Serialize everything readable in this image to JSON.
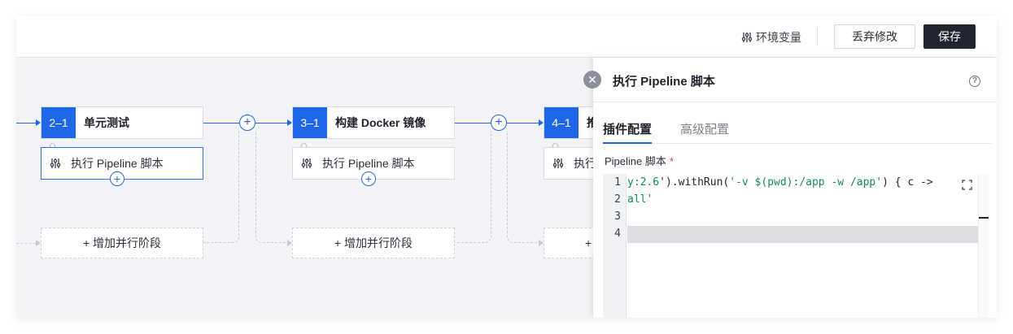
{
  "toolbar": {
    "env_label": "环境变量",
    "discard_label": "丢弃修改",
    "save_label": "保存"
  },
  "stages": [
    {
      "num": "2–1",
      "title": "单元测试",
      "task": "执行 Pipeline 脚本",
      "parallel": "+ 增加并行阶段"
    },
    {
      "num": "3–1",
      "title": "构建 Docker 镜像",
      "task": "执行 Pipeline 脚本",
      "parallel": "+ 增加并行阶段"
    },
    {
      "num": "4–1",
      "title": "推",
      "task": "执行",
      "parallel": "+"
    }
  ],
  "add_symbol": "+",
  "panel": {
    "title": "执行 Pipeline 脚本",
    "close_symbol": "✕",
    "help_symbol": "?",
    "tabs": [
      "插件配置",
      "高级配置"
    ],
    "field_label": "Pipeline 脚本",
    "required_mark": "*",
    "editor": {
      "line_numbers": [
        "1",
        "2",
        "3",
        "4"
      ],
      "line1_a": "y:2.6",
      "line1_b": "').withRun(",
      "line1_c": "'-v $(pwd):/app -w /app'",
      "line1_d": ") { c ->",
      "line2": "all'"
    }
  }
}
